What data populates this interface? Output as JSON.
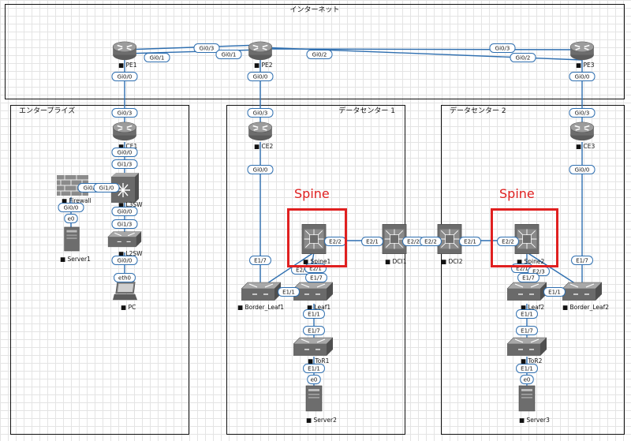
{
  "zones": {
    "internet": "インターネット",
    "enterprise": "エンタープライズ",
    "dc1": "データセンター 1",
    "dc2": "データセンター 2"
  },
  "spine_label": "Spine",
  "colors": {
    "link": "#2f6fb0",
    "highlight": "#e02020",
    "device": "#7a7a7a"
  },
  "devices": {
    "pe1": "PE1",
    "pe2": "PE2",
    "pe3": "PE3",
    "ce1": "CE1",
    "ce2": "CE2",
    "ce3": "CE3",
    "firewall": "Firewall",
    "l3sw": "L3SW",
    "l2sw": "L2SW",
    "server1": "Server1",
    "pc": "PC",
    "spine1": "Spine1",
    "dci1": "DCI1",
    "dci2": "DCI2",
    "spine2": "Spine2",
    "border_leaf1": "Border_Leaf1",
    "leaf1": "Leaf1",
    "tor1": "ToR1",
    "server2": "Server2",
    "border_leaf2": "Border_Leaf2",
    "leaf2": "Leaf2",
    "tor2": "ToR2",
    "server3": "Server3"
  },
  "ports": {
    "pe1_pe2a": "Gi0/3",
    "pe1_pe2b": "Gi0/1",
    "pe2_pe1": "Gi0/1",
    "pe2_pe3": "Gi0/2",
    "pe3_pe2a": "Gi0/3",
    "pe3_pe2b": "Gi0/2",
    "pe1_down": "Gi0/0",
    "ce1_up": "Gi0/3",
    "ce1_down": "Gi0/0",
    "l3sw_up": "Gi1/3",
    "fw_r": "Gi0/1",
    "l3sw_l": "Gi1/0",
    "fw_down": "Gi0/0",
    "srv1": "e0",
    "l3sw_down": "Gi0/0",
    "l2sw_up": "Gi1/3",
    "l2sw_down": "Gi0/0",
    "pc": "eth0",
    "pe2_down": "Gi0/0",
    "ce2_up": "Gi0/3",
    "ce2_down": "Gi0/0",
    "bl1_up": "E1/7",
    "sp1_dci1": "E2/2",
    "dci1_sp1": "E2/1",
    "dci1_dci2": "E2/2",
    "dci2_dci1": "E2/2",
    "dci2_sp2": "E2/1",
    "sp2_dci2": "E2/2",
    "sp1_a": "E2/3",
    "sp1_b": "E2/1",
    "leaf1_up": "E1/7",
    "bl1_leaf1": "E1/1",
    "leaf1_down": "E1/1",
    "tor1_up": "E1/7",
    "tor1_down": "E1/1",
    "srv2": "e0",
    "pe3_down": "Gi0/0",
    "ce3_up": "Gi0/3",
    "ce3_down": "Gi0/0",
    "bl2_up": "E1/7",
    "sp2_a": "E2/1",
    "sp2_b": "E2/3",
    "leaf2_up": "E1/7",
    "bl2_leaf2": "E1/1",
    "leaf2_down": "E1/1",
    "tor2_up": "E1/7",
    "tor2_down": "E1/1",
    "srv3": "e0"
  }
}
